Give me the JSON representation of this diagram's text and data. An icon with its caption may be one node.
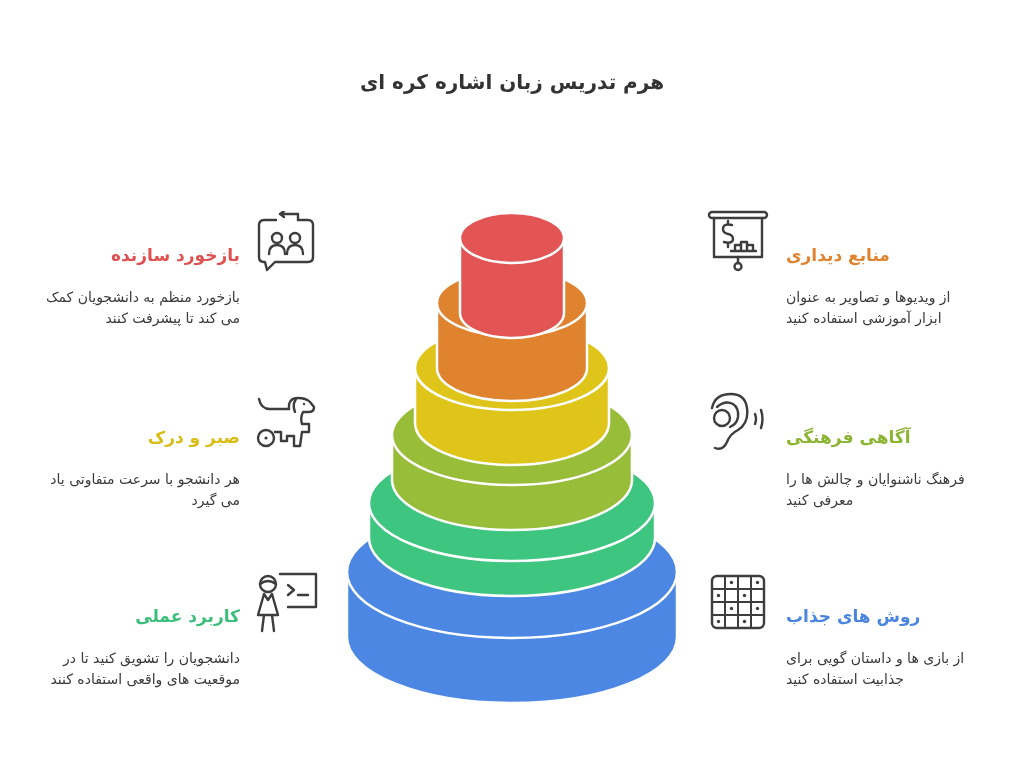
{
  "diagram": {
    "title": "هرم تدریس زبان اشاره کره ای",
    "labels": [
      "بازخورد سازنده",
      "بازخورد منظم به دانشجویان کمک می کند تا پیشرفت کنند",
      "منابع دیداری",
      "از ویدیوها و تصاویر به عنوان ابزار آموزشی استفاده کنید",
      "صبر و درک",
      "هر دانشجو با سرعت متفاوتی یاد می گیرد",
      "آگاهی فرهنگی",
      "فرهنگ ناشنوایان و چالش ها را معرفی کنید",
      "کاربرد عملی",
      "دانشجویان را تشویق کنید تا در موقعیت های واقعی استفاده کنند",
      "روش های جذاب",
      "از بازی ها و داستان گویی برای جذابیت استفاده کنید"
    ]
  }
}
